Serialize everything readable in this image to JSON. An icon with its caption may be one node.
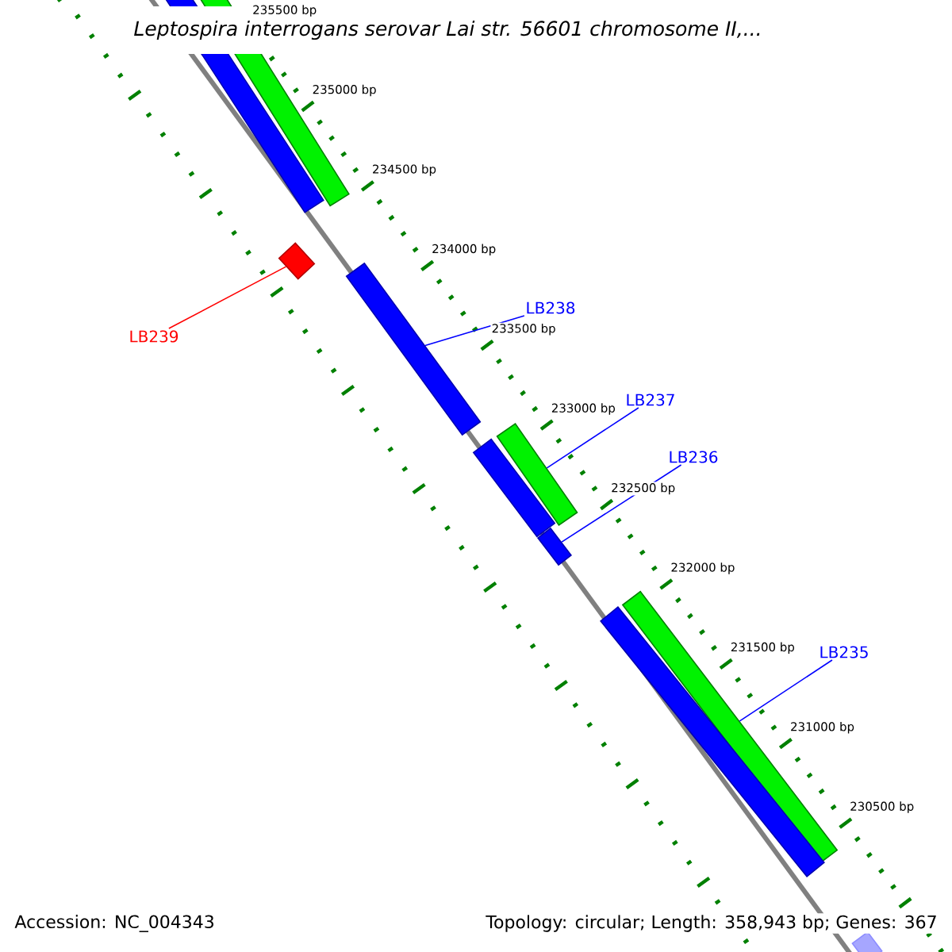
{
  "diagram": {
    "title": "Leptospira interrogans serovar Lai str. 56601 chromosome II,...",
    "nodes": [
      {
        "text": [],
        "shape": "bar"
      },
      {
        "text": [],
        "shape": "bar"
      },
      {
        "text": [],
        "shape": "bar"
      },
      {
        "text": [
          "LB238"
        ]
      },
      {
        "text": [],
        "shape": "bar"
      },
      {
        "text": [
          "LB239"
        ]
      },
      {
        "text": [
          "LB237"
        ]
      },
      {
        "text": [
          "LB236"
        ]
      },
      {
        "text": [],
        "shape": "bar"
      },
      {
        "text": [],
        "shape": "bar"
      },
      {
        "text": [],
        "shape": "bar"
      },
      {
        "text": [
          "LB235"
        ]
      },
      {
        "text": [],
        "shape": "bar"
      },
      {
        "text": [],
        "shape": "bar"
      },
      {
        "text": [],
        "shape": "bar"
      }
    ],
    "edges": [
      {
        "from": 3,
        "to": 4,
        "arrow": "none"
      },
      {
        "from": 5,
        "to": 2,
        "arrow": "none",
        "color": "#ff0000"
      },
      {
        "from": 6,
        "to": 9,
        "arrow": "none"
      },
      {
        "from": 7,
        "to": 10,
        "arrow": "none"
      },
      {
        "from": 11,
        "to": 12,
        "arrow": "none"
      }
    ],
    "labels": [
      "235500 bp",
      "235000 bp",
      "234500 bp",
      "234000 bp",
      "233500 bp",
      "233000 bp",
      "232500 bp",
      "232000 bp",
      "231500 bp",
      "231000 bp",
      "230500 bp",
      "Accession: NC_004343",
      "Topology: circular; Length: 358,943 bp; Genes: 367"
    ]
  }
}
